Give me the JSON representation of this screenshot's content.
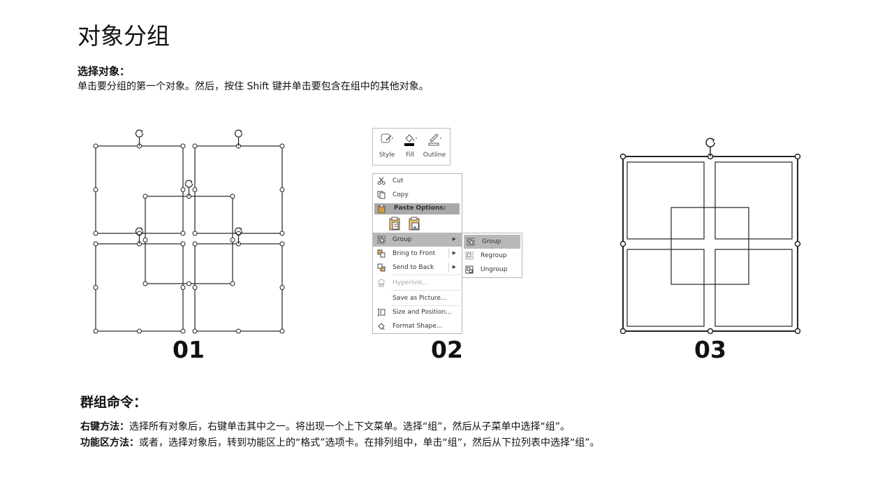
{
  "title": "对象分组",
  "select_section": {
    "heading": "选择对象：",
    "body": "单击要分组的第一个对象。然后，按住 Shift 键并单击要包含在组中的其他对象。"
  },
  "figures": {
    "label_1": "01",
    "label_2": "02",
    "label_3": "03"
  },
  "mini_toolbar": {
    "buttons": [
      {
        "label": "Style",
        "icon": "shape-style-icon"
      },
      {
        "label": "Fill",
        "icon": "paint-bucket-icon"
      },
      {
        "label": "Outline",
        "icon": "pen-outline-icon"
      }
    ]
  },
  "context_menu": {
    "items": [
      {
        "label": "Cut",
        "icon": "scissors-icon"
      },
      {
        "label": "Copy",
        "icon": "copy-icon"
      },
      {
        "label": "Paste Options:",
        "icon": "clipboard-icon"
      },
      {
        "label": "Group",
        "icon": "group-icon",
        "has_submenu": true,
        "highlighted": true
      },
      {
        "label": "Bring to Front",
        "icon": "bring-front-icon",
        "has_submenu": true
      },
      {
        "label": "Send to Back",
        "icon": "send-back-icon",
        "has_submenu": true
      },
      {
        "label": "Hyperlink...",
        "icon": "hyperlink-icon",
        "disabled": true
      },
      {
        "label": "Save as Picture..."
      },
      {
        "label": "Size and Position...",
        "icon": "size-position-icon"
      },
      {
        "label": "Format Shape...",
        "icon": "format-shape-icon"
      }
    ],
    "submenu": [
      {
        "label": "Group",
        "icon": "group-icon",
        "highlighted": true
      },
      {
        "label": "Regroup",
        "icon": "regroup-icon"
      },
      {
        "label": "Ungroup",
        "icon": "ungroup-icon"
      }
    ]
  },
  "commands_section": {
    "heading": "群组命令：",
    "right_click_label": "右键方法：",
    "right_click_text": "选择所有对象后，右键单击其中之一。将出现一个上下文菜单。选择“组”，然后从子菜单中选择“组”。",
    "ribbon_label": "功能区方法：",
    "ribbon_text": "或者，选择对象后，转到功能区上的“格式”选项卡。在排列组中，单击“组”，然后从下拉列表中选择“组”。"
  },
  "colors": {
    "text": "#111111",
    "menu_highlight": "#b8b8b8",
    "paste_header": "#a9a9a9",
    "menu_border": "#b7b7b7",
    "disabled_text": "#a8a8a8"
  }
}
